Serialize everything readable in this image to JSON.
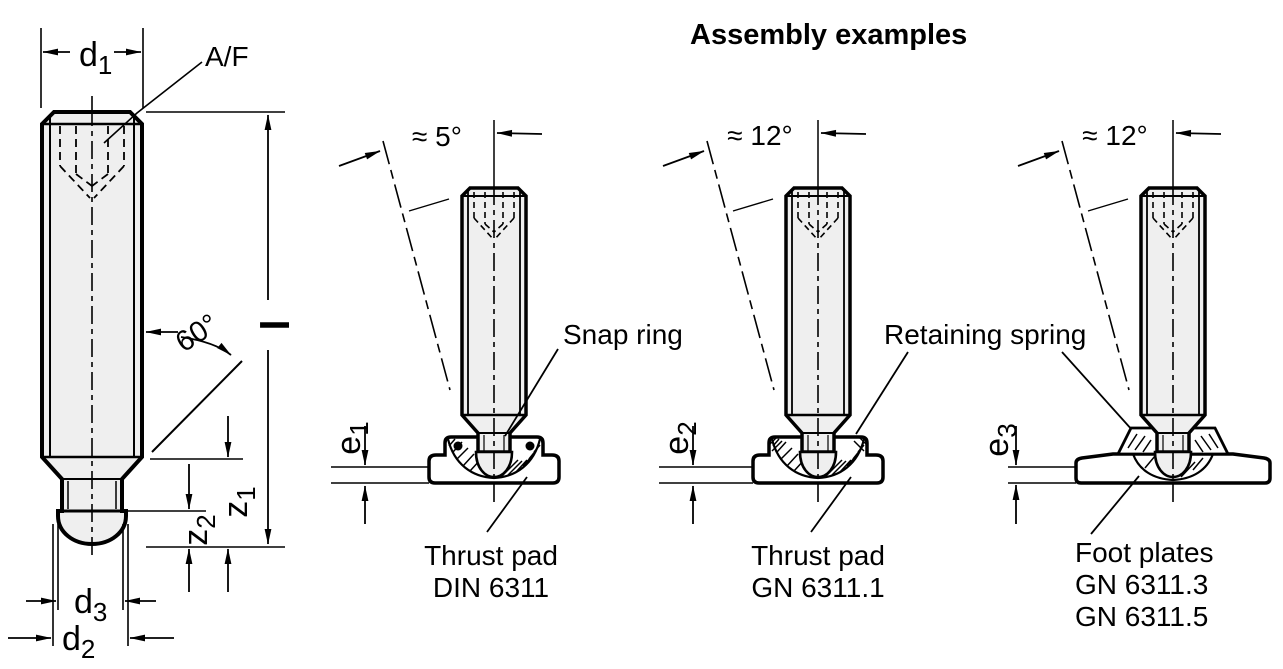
{
  "title": "Assembly examples",
  "colors": {
    "line": "#000000",
    "screw_fill": "#efefef",
    "background": "#ffffff"
  },
  "main_view": {
    "d1_base": "d",
    "d1_sub": "1",
    "af_label": "A/F",
    "angle_label": "60°",
    "length_label": "l",
    "z1_base": "z",
    "z1_sub": "1",
    "z2_base": "z",
    "z2_sub": "2",
    "d3_base": "d",
    "d3_sub": "3",
    "d2_base": "d",
    "d2_sub": "2"
  },
  "assemblies": {
    "a1": {
      "tilt_label": "≈ 5°",
      "e_base": "e",
      "e_sub": "1",
      "callout": "Snap ring",
      "caption_line1": "Thrust pad",
      "caption_line2": "DIN 6311"
    },
    "a2": {
      "tilt_label": "≈ 12°",
      "e_base": "e",
      "e_sub": "2",
      "callout": "Retaining spring",
      "caption_line1": "Thrust pad",
      "caption_line2": "GN 6311.1"
    },
    "a3": {
      "tilt_label": "≈ 12°",
      "e_base": "e",
      "e_sub": "3",
      "caption_line1": "Foot plates",
      "caption_line2": "GN 6311.3",
      "caption_line3": "GN 6311.5"
    }
  }
}
